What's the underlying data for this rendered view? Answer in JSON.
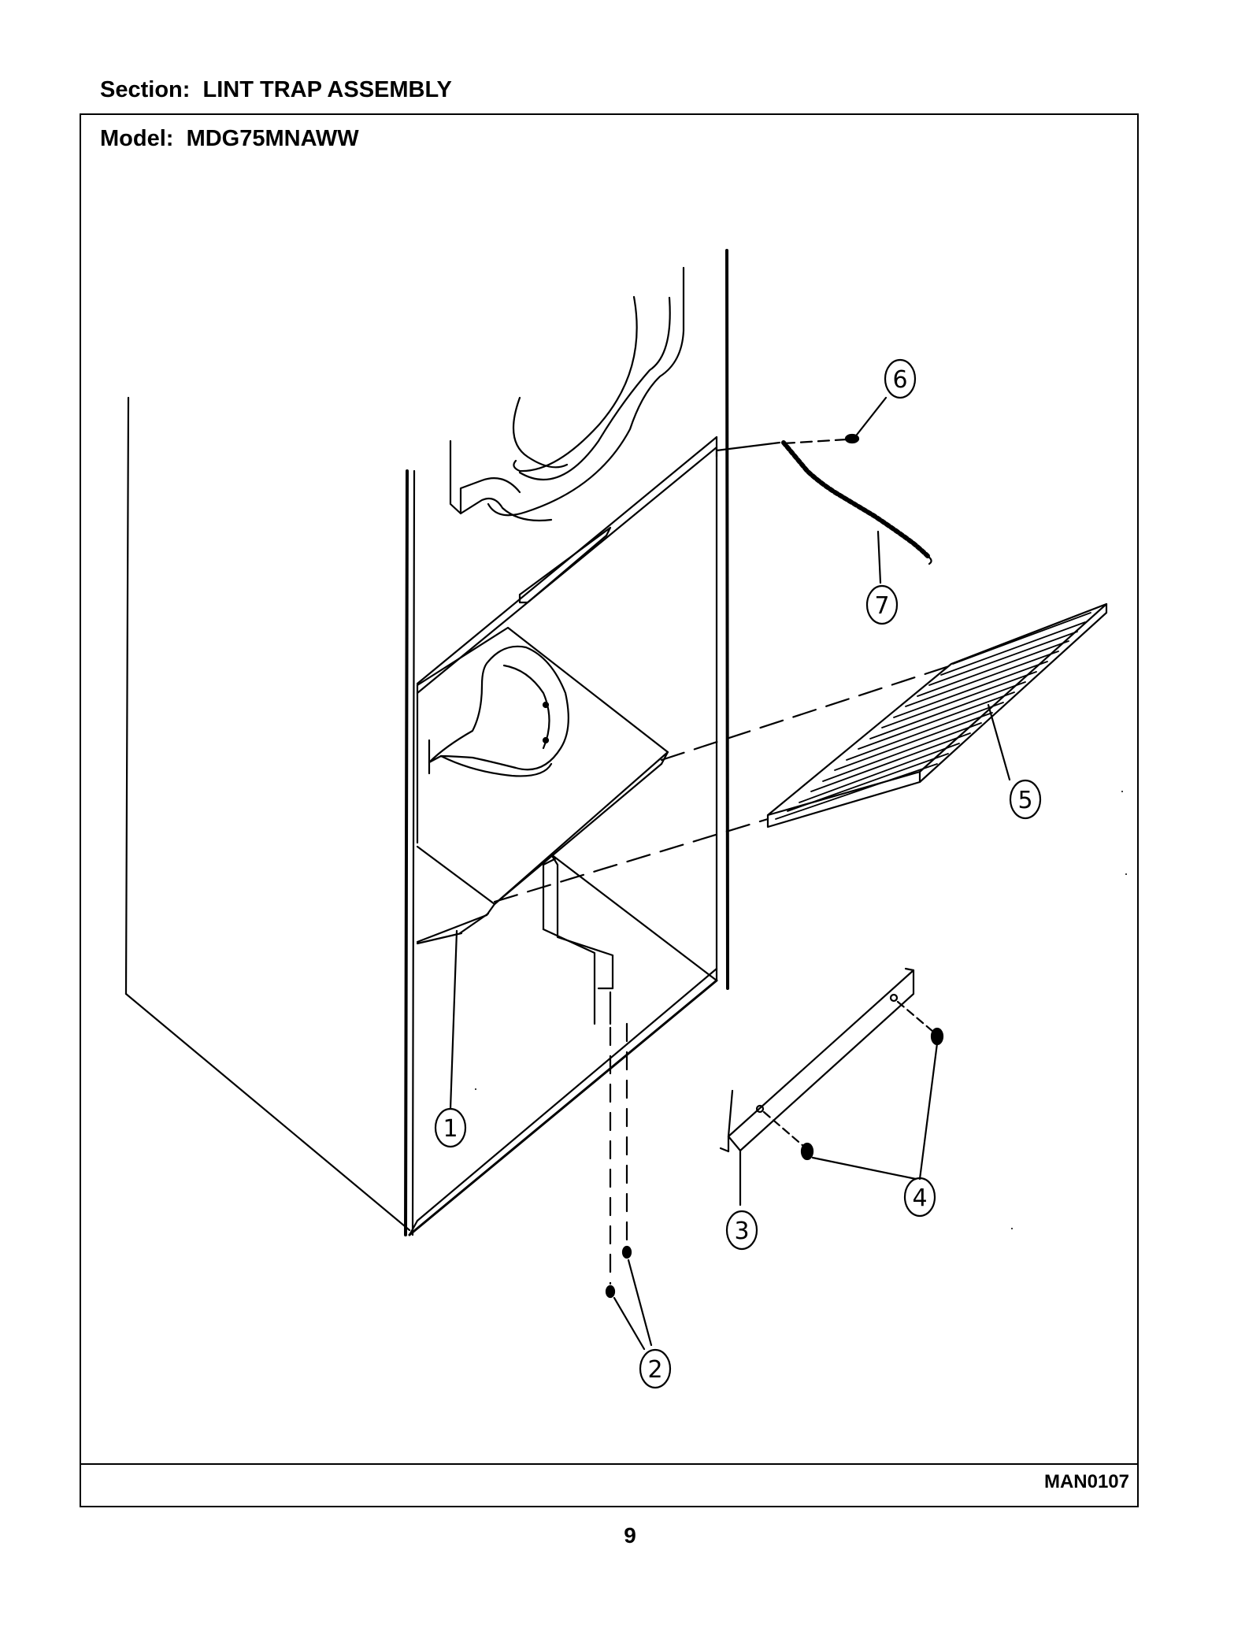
{
  "header": {
    "section_label": "Section:",
    "section_value": "LINT TRAP ASSEMBLY",
    "model_label": "Model:",
    "model_value": "MDG75MNAWW"
  },
  "diagram": {
    "callouts": [
      {
        "number": "1",
        "part": "lint-duct"
      },
      {
        "number": "2",
        "part": "screws"
      },
      {
        "number": "3",
        "part": "bracket"
      },
      {
        "number": "4",
        "part": "screws"
      },
      {
        "number": "5",
        "part": "lint-filter-screen"
      },
      {
        "number": "6",
        "part": "screw"
      },
      {
        "number": "7",
        "part": "chain"
      }
    ],
    "line_color": "#000000"
  },
  "footer": {
    "doc_code": "MAN0107",
    "page_number": "9"
  }
}
